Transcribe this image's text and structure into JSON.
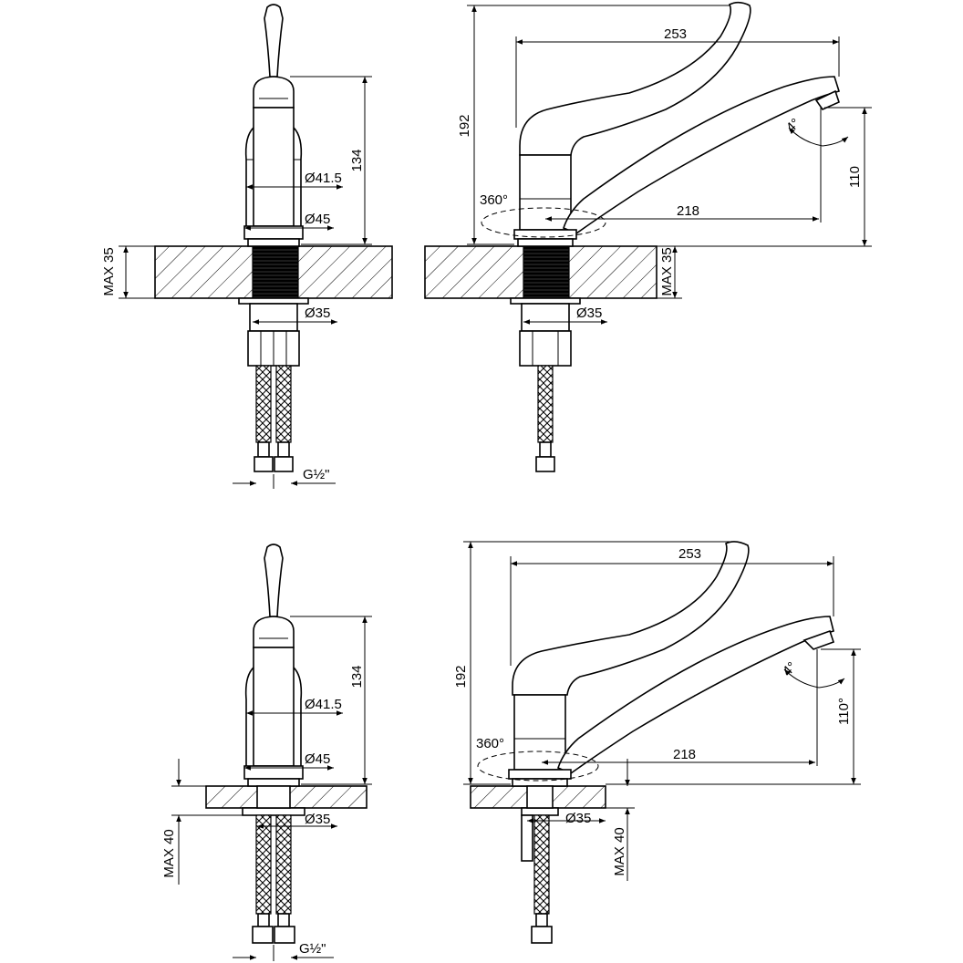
{
  "views": {
    "top_front": {
      "dim_height": "134",
      "dim_d1": "Ø41.5",
      "dim_d2": "Ø45",
      "dim_max": "MAX 35",
      "dim_hole": "Ø35",
      "dim_thread": "G½\""
    },
    "top_side": {
      "dim_height": "192",
      "dim_reach": "253",
      "dim_spout": "218",
      "dim_rot": "360°",
      "dim_tilt": "4°",
      "dim_outlet": "110",
      "dim_max": "MAX 35",
      "dim_hole": "Ø35"
    },
    "bottom_front": {
      "dim_height": "134",
      "dim_d1": "Ø41.5",
      "dim_d2": "Ø45",
      "dim_max": "MAX 40",
      "dim_hole": "Ø35",
      "dim_thread": "G½\""
    },
    "bottom_side": {
      "dim_height": "192",
      "dim_reach": "253",
      "dim_spout": "218",
      "dim_rot": "360°",
      "dim_tilt": "4°",
      "dim_outlet": "110°",
      "dim_max": "MAX 40",
      "dim_hole": "Ø35"
    }
  }
}
